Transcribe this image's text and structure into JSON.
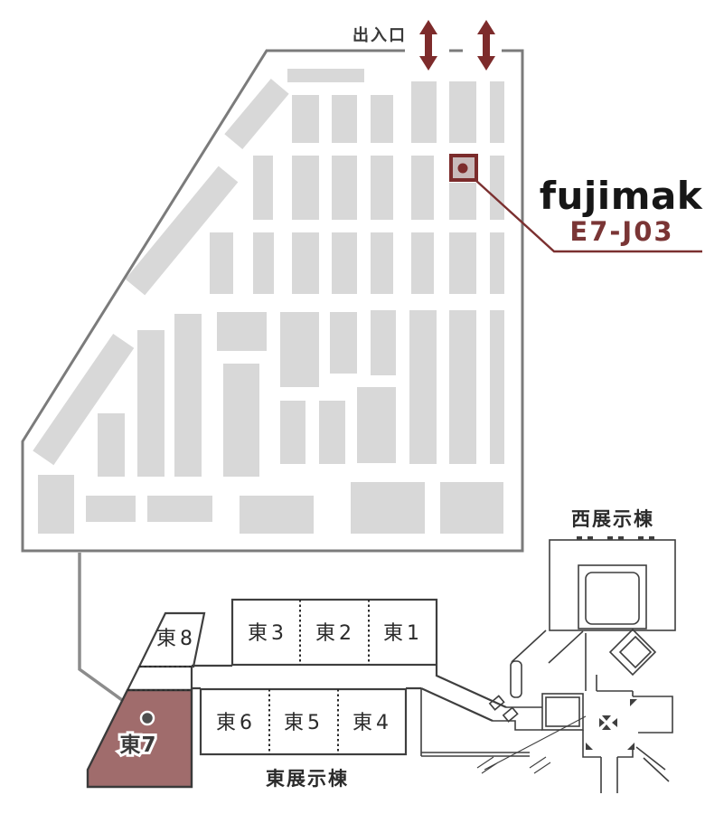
{
  "map": {
    "entrance_label": "出入口",
    "booth": {
      "brand": "fujimak",
      "code": "E7-J03"
    },
    "east_halls": {
      "top_row": [
        "東3",
        "東2",
        "東1"
      ],
      "bottom_row": [
        "東6",
        "東5",
        "東4"
      ],
      "hall8": "東8",
      "hall7": "東7"
    },
    "buildings": {
      "east": "東展示棟",
      "west": "西展示棟"
    },
    "colors": {
      "accent_maroon": "#7b2b2b",
      "booth_gray": "#d8d8d8",
      "highlight_hall_fill": "#a06c6c",
      "hall_outline_gray": "#7b7b7b",
      "site_map_line": "#3f3f3f"
    }
  }
}
